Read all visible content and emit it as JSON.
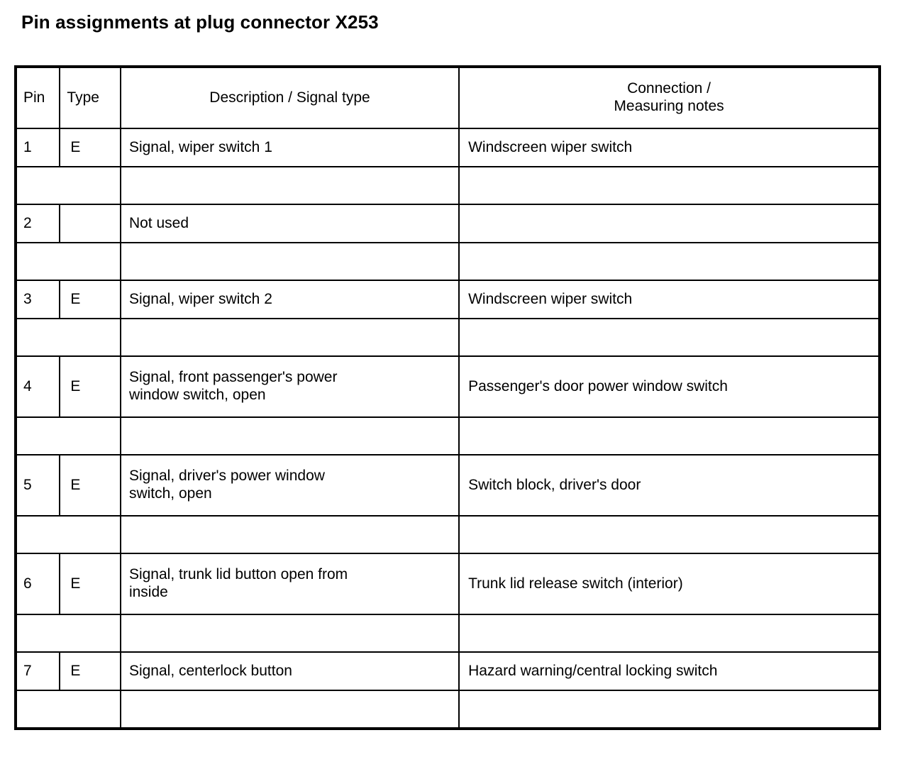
{
  "document": {
    "title": "Pin assignments at plug connector X253"
  },
  "table": {
    "columns": [
      {
        "key": "pin",
        "label": "Pin"
      },
      {
        "key": "type",
        "label": "Type"
      },
      {
        "key": "description",
        "label": "Description / Signal type"
      },
      {
        "key": "connection",
        "label_line1": "Connection /",
        "label_line2": "Measuring notes"
      }
    ],
    "rows": [
      {
        "pin": "1",
        "type": "E",
        "description_line1": "Signal, wiper switch 1",
        "description_line2": "",
        "connection_line1": "Windscreen wiper switch",
        "connection_line2": ""
      },
      {
        "pin": "2",
        "type": "",
        "description_line1": "Not used",
        "description_line2": "",
        "connection_line1": "",
        "connection_line2": ""
      },
      {
        "pin": "3",
        "type": "E",
        "description_line1": "Signal, wiper switch 2",
        "description_line2": "",
        "connection_line1": "Windscreen wiper switch",
        "connection_line2": ""
      },
      {
        "pin": "4",
        "type": "E",
        "description_line1": "Signal, front passenger's power",
        "description_line2": "window switch, open",
        "connection_line1": "Passenger's door power window switch",
        "connection_line2": ""
      },
      {
        "pin": "5",
        "type": "E",
        "description_line1": "Signal, driver's power window",
        "description_line2": "switch, open",
        "connection_line1": "Switch block, driver's door",
        "connection_line2": ""
      },
      {
        "pin": "6",
        "type": "E",
        "description_line1": "Signal, trunk lid button open from",
        "description_line2": "inside",
        "connection_line1": "Trunk lid release switch (interior)",
        "connection_line2": ""
      },
      {
        "pin": "7",
        "type": "E",
        "description_line1": "Signal, centerlock button",
        "description_line2": "",
        "connection_line1": "Hazard warning/central locking switch",
        "connection_line2": ""
      }
    ]
  },
  "colors": {
    "border": "#000000",
    "text": "#000000",
    "background": "#ffffff"
  }
}
